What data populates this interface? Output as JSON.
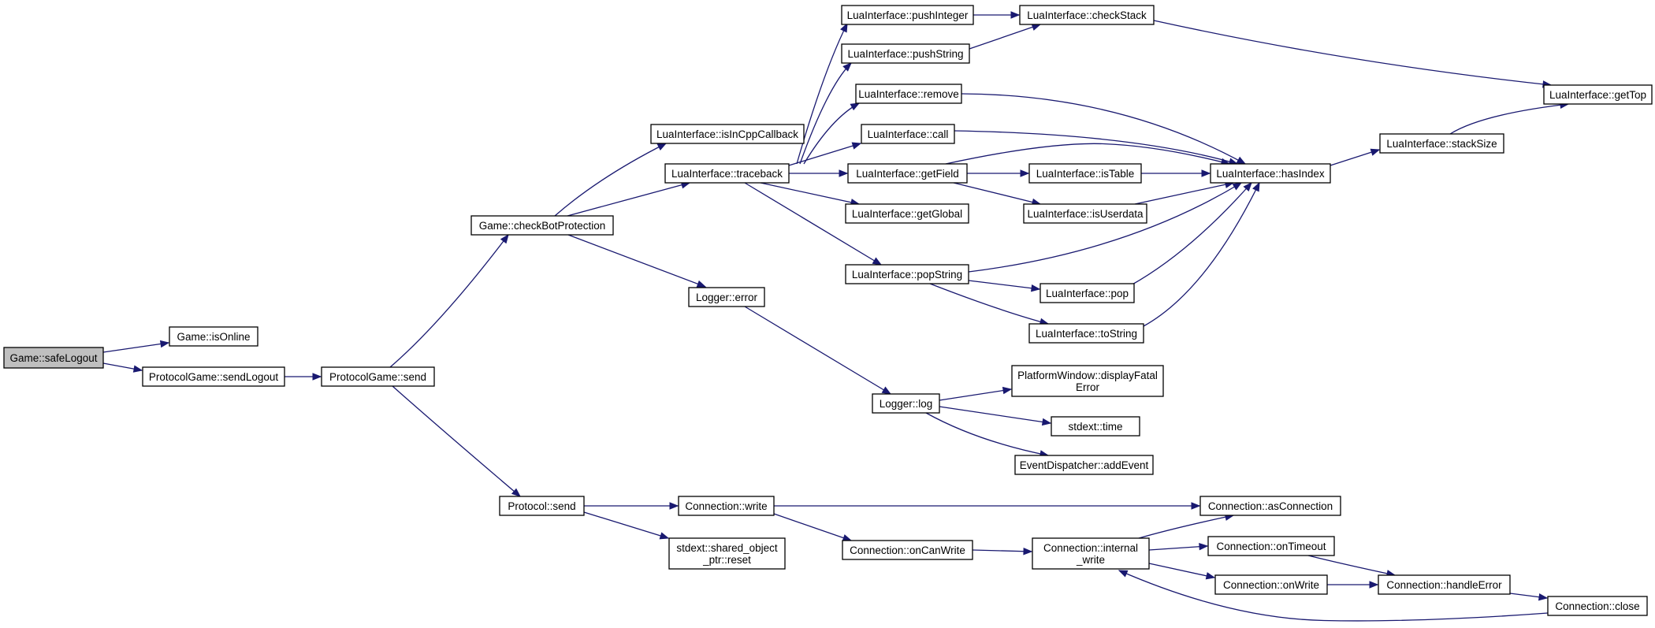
{
  "graph": {
    "edge_color": "#191970",
    "root_fill": "#bfbfbf",
    "nodes": [
      {
        "id": "safeLogout",
        "lines": [
          "Game::safeLogout"
        ]
      },
      {
        "id": "isOnline",
        "lines": [
          "Game::isOnline"
        ]
      },
      {
        "id": "sendLogout",
        "lines": [
          "ProtocolGame::sendLogout"
        ]
      },
      {
        "id": "pgSend",
        "lines": [
          "ProtocolGame::send"
        ]
      },
      {
        "id": "checkBot",
        "lines": [
          "Game::checkBotProtection"
        ]
      },
      {
        "id": "protoSend",
        "lines": [
          "Protocol::send"
        ]
      },
      {
        "id": "isInCpp",
        "lines": [
          "LuaInterface::isInCppCallback"
        ]
      },
      {
        "id": "traceback",
        "lines": [
          "LuaInterface::traceback"
        ]
      },
      {
        "id": "logErr",
        "lines": [
          "Logger::error"
        ]
      },
      {
        "id": "connWrite",
        "lines": [
          "Connection::write"
        ]
      },
      {
        "id": "sopReset",
        "lines": [
          "stdext::shared_object",
          "_ptr::reset"
        ]
      },
      {
        "id": "pushInt",
        "lines": [
          "LuaInterface::pushInteger"
        ]
      },
      {
        "id": "pushStr",
        "lines": [
          "LuaInterface::pushString"
        ]
      },
      {
        "id": "remove",
        "lines": [
          "LuaInterface::remove"
        ]
      },
      {
        "id": "call",
        "lines": [
          "LuaInterface::call"
        ]
      },
      {
        "id": "getField",
        "lines": [
          "LuaInterface::getField"
        ]
      },
      {
        "id": "getGlobal",
        "lines": [
          "LuaInterface::getGlobal"
        ]
      },
      {
        "id": "popString",
        "lines": [
          "LuaInterface::popString"
        ]
      },
      {
        "id": "logLog",
        "lines": [
          "Logger::log"
        ]
      },
      {
        "id": "onCanWrite",
        "lines": [
          "Connection::onCanWrite"
        ]
      },
      {
        "id": "checkStack",
        "lines": [
          "LuaInterface::checkStack"
        ]
      },
      {
        "id": "isTable",
        "lines": [
          "LuaInterface::isTable"
        ]
      },
      {
        "id": "isUserdata",
        "lines": [
          "LuaInterface::isUserdata"
        ]
      },
      {
        "id": "pop",
        "lines": [
          "LuaInterface::pop"
        ]
      },
      {
        "id": "toString",
        "lines": [
          "LuaInterface::toString"
        ]
      },
      {
        "id": "displayFatal",
        "lines": [
          "PlatformWindow::displayFatal",
          "Error"
        ]
      },
      {
        "id": "time",
        "lines": [
          "stdext::time"
        ]
      },
      {
        "id": "addEvent",
        "lines": [
          "EventDispatcher::addEvent"
        ]
      },
      {
        "id": "internalWrite",
        "lines": [
          "Connection::internal",
          "_write"
        ]
      },
      {
        "id": "hasIndex",
        "lines": [
          "LuaInterface::hasIndex"
        ]
      },
      {
        "id": "asConnection",
        "lines": [
          "Connection::asConnection"
        ]
      },
      {
        "id": "onTimeout",
        "lines": [
          "Connection::onTimeout"
        ]
      },
      {
        "id": "onWrite",
        "lines": [
          "Connection::onWrite"
        ]
      },
      {
        "id": "handleError",
        "lines": [
          "Connection::handleError"
        ]
      },
      {
        "id": "stackSize",
        "lines": [
          "LuaInterface::stackSize"
        ]
      },
      {
        "id": "getTop",
        "lines": [
          "LuaInterface::getTop"
        ]
      },
      {
        "id": "connClose",
        "lines": [
          "Connection::close"
        ]
      }
    ],
    "edges": [
      [
        "safeLogout",
        "isOnline"
      ],
      [
        "safeLogout",
        "sendLogout"
      ],
      [
        "sendLogout",
        "pgSend"
      ],
      [
        "pgSend",
        "checkBot"
      ],
      [
        "pgSend",
        "protoSend"
      ],
      [
        "checkBot",
        "isInCpp"
      ],
      [
        "checkBot",
        "traceback"
      ],
      [
        "checkBot",
        "logErr"
      ],
      [
        "traceback",
        "pushInt"
      ],
      [
        "traceback",
        "pushStr"
      ],
      [
        "traceback",
        "remove"
      ],
      [
        "traceback",
        "call"
      ],
      [
        "traceback",
        "getField"
      ],
      [
        "traceback",
        "getGlobal"
      ],
      [
        "traceback",
        "popString"
      ],
      [
        "pushInt",
        "checkStack"
      ],
      [
        "pushStr",
        "checkStack"
      ],
      [
        "checkStack",
        "getTop"
      ],
      [
        "remove",
        "hasIndex"
      ],
      [
        "call",
        "hasIndex"
      ],
      [
        "getField",
        "hasIndex"
      ],
      [
        "getField",
        "isTable"
      ],
      [
        "getField",
        "isUserdata"
      ],
      [
        "isTable",
        "hasIndex"
      ],
      [
        "isUserdata",
        "hasIndex"
      ],
      [
        "popString",
        "hasIndex"
      ],
      [
        "popString",
        "pop"
      ],
      [
        "popString",
        "toString"
      ],
      [
        "pop",
        "hasIndex"
      ],
      [
        "toString",
        "hasIndex"
      ],
      [
        "hasIndex",
        "stackSize"
      ],
      [
        "stackSize",
        "getTop"
      ],
      [
        "logErr",
        "logLog"
      ],
      [
        "logLog",
        "displayFatal"
      ],
      [
        "logLog",
        "time"
      ],
      [
        "logLog",
        "addEvent"
      ],
      [
        "protoSend",
        "connWrite"
      ],
      [
        "protoSend",
        "sopReset"
      ],
      [
        "connWrite",
        "asConnection"
      ],
      [
        "connWrite",
        "onCanWrite"
      ],
      [
        "onCanWrite",
        "internalWrite"
      ],
      [
        "internalWrite",
        "asConnection"
      ],
      [
        "internalWrite",
        "onTimeout"
      ],
      [
        "internalWrite",
        "onWrite"
      ],
      [
        "onTimeout",
        "handleError"
      ],
      [
        "onWrite",
        "handleError"
      ],
      [
        "handleError",
        "connClose"
      ],
      [
        "connClose",
        "internalWrite"
      ]
    ]
  }
}
